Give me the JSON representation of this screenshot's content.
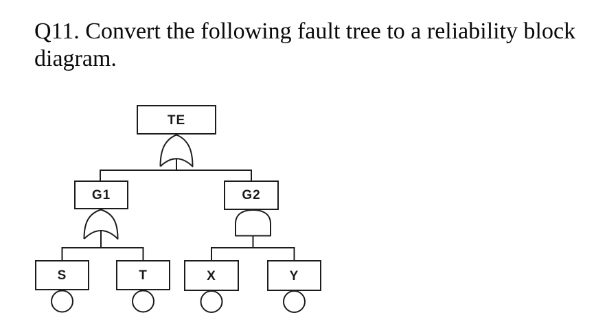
{
  "question": {
    "text": "Q11. Convert the following fault tree to a reliability block diagram."
  },
  "fault_tree": {
    "labels": {
      "te": "TE",
      "g1": "G1",
      "g2": "G2",
      "s": "S",
      "t": "T",
      "x": "X",
      "y": "Y"
    },
    "structure": {
      "TE": {
        "gate": "OR",
        "inputs": [
          "G1",
          "G2"
        ]
      },
      "G1": {
        "gate": "OR",
        "inputs": [
          "S",
          "T"
        ]
      },
      "G2": {
        "gate": "AND",
        "inputs": [
          "X",
          "Y"
        ]
      }
    },
    "basic_events": [
      "S",
      "T",
      "X",
      "Y"
    ],
    "basic_event_symbol": "circle",
    "line_color": "#1c1c1c",
    "background_color": "#ffffff"
  }
}
